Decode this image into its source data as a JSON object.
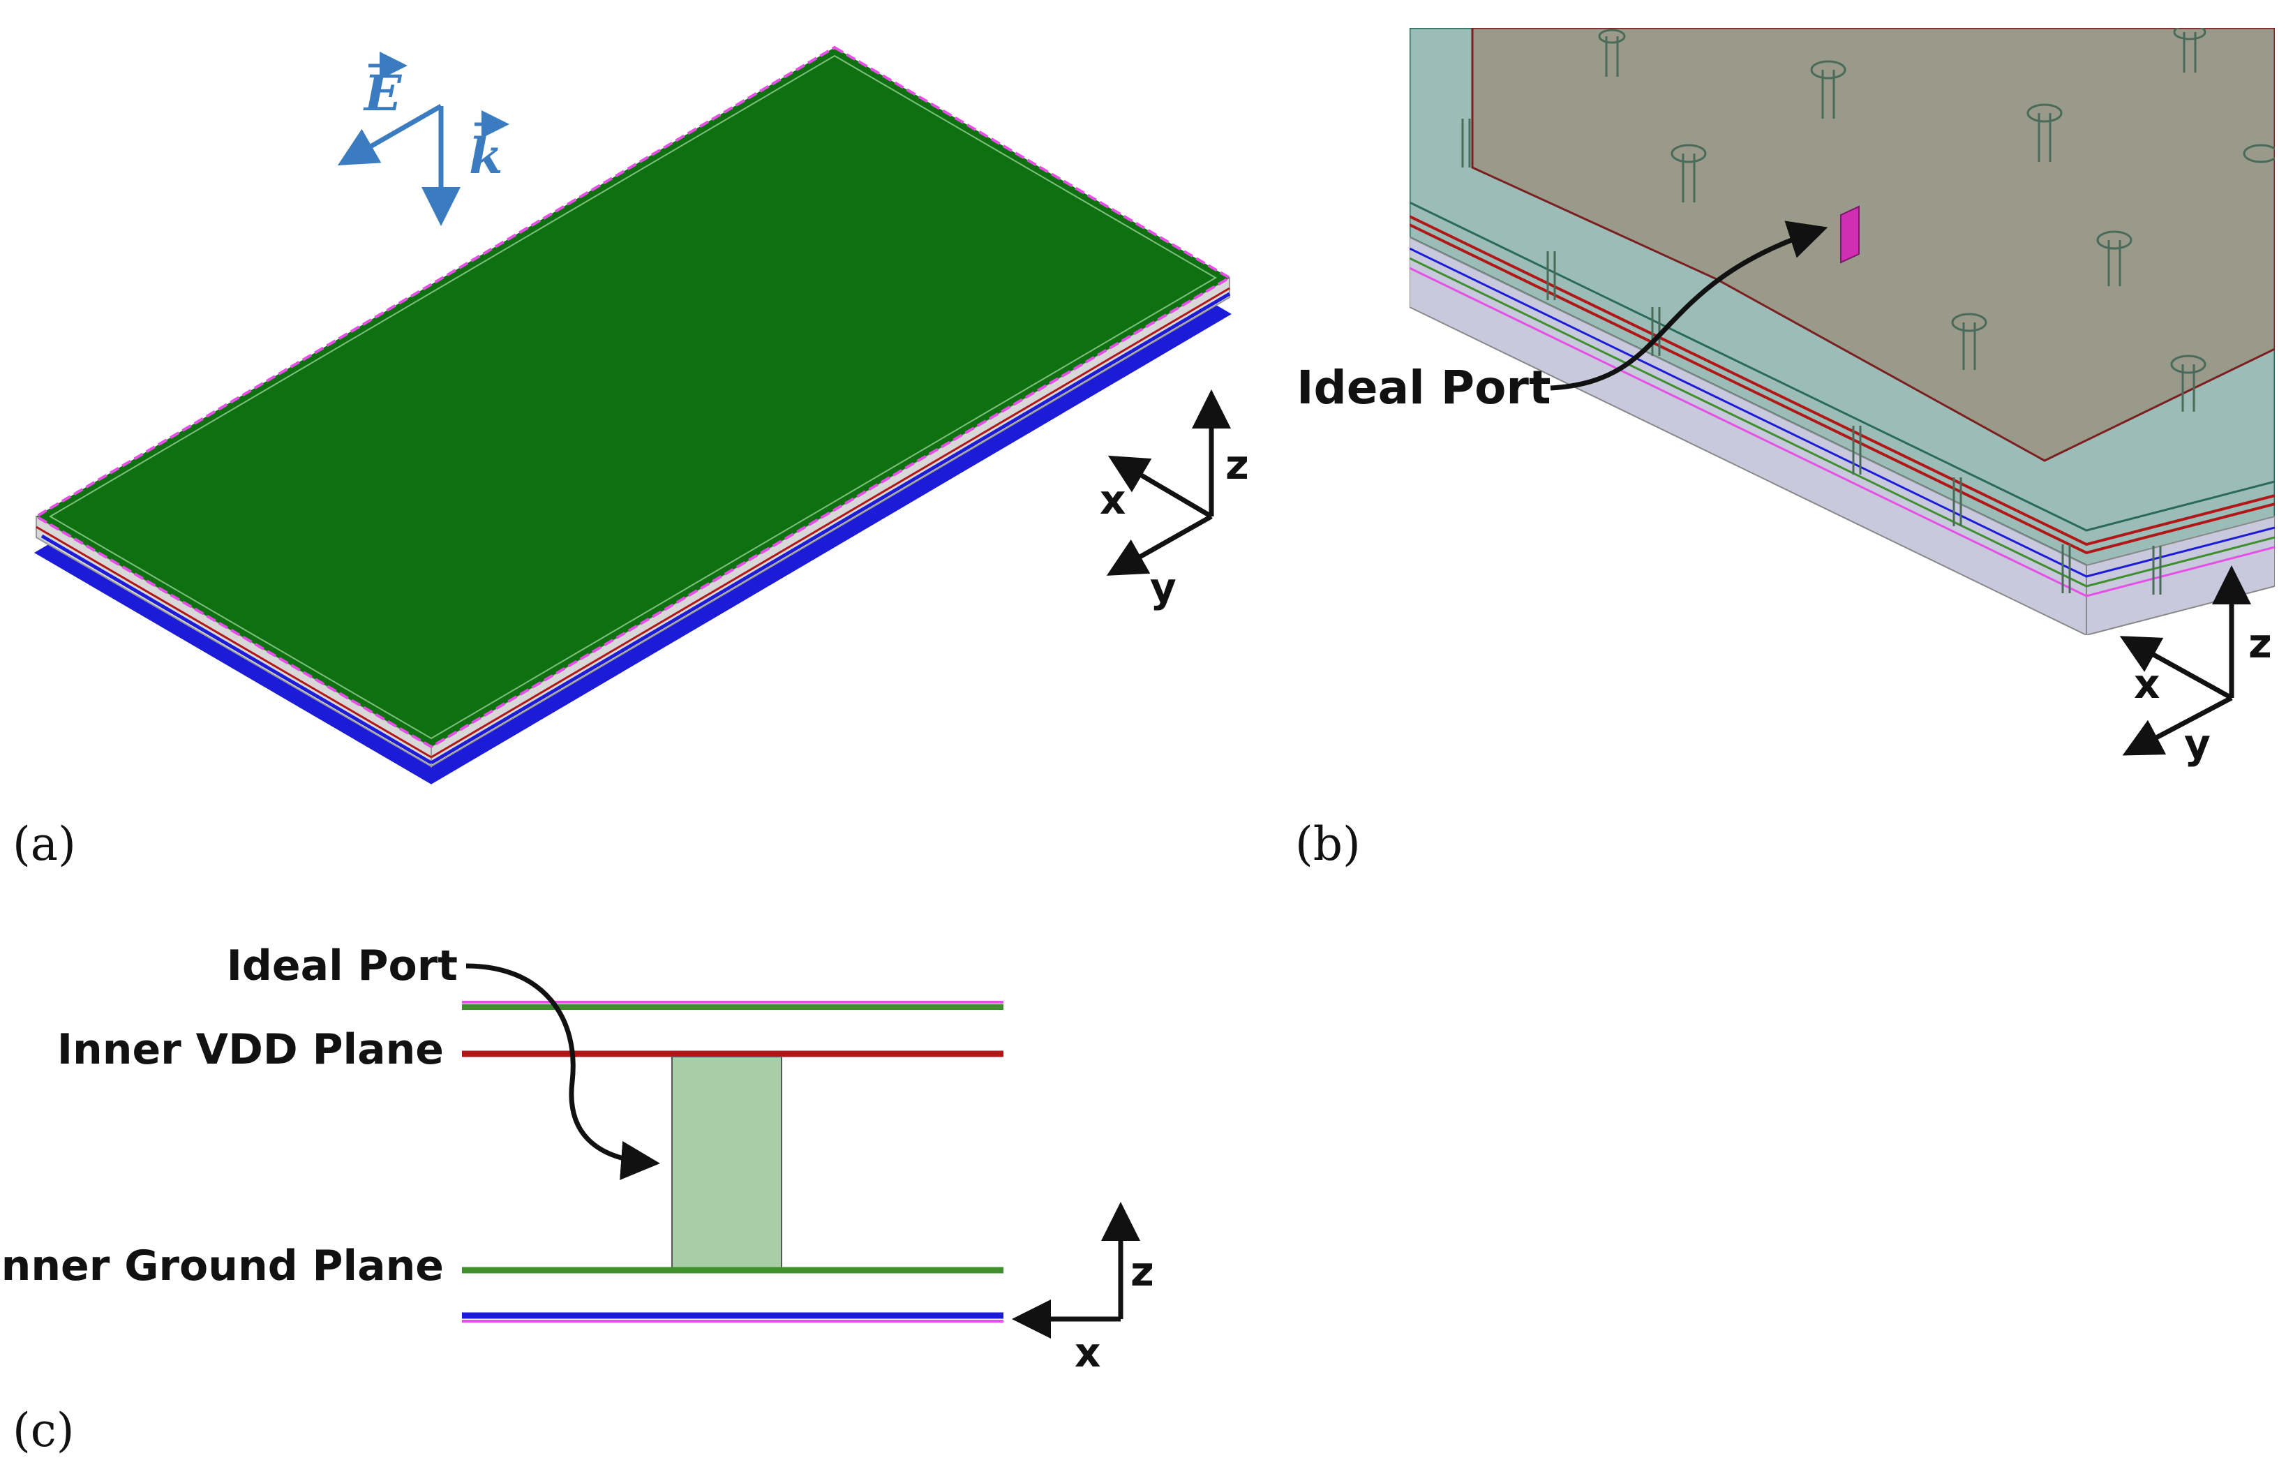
{
  "panel_a": {
    "caption": "(a)",
    "e_label": "E",
    "k_label": "k",
    "axis_x": "x",
    "axis_y": "y",
    "axis_z": "z"
  },
  "panel_b": {
    "caption": "(b)",
    "port_label": "Ideal Port",
    "axis_x": "x",
    "axis_y": "y",
    "axis_z": "z"
  },
  "panel_c": {
    "caption": "(c)",
    "port_label": "Ideal Port",
    "vdd_label": "Inner VDD Plane",
    "gnd_label": "Inner Ground Plane",
    "axis_x": "x",
    "axis_z": "z"
  },
  "colors": {
    "board_green": "#0f7012",
    "vec_blue": "#3b7bbf",
    "vdd_red": "#b01818",
    "gnd_green": "#3f8f2f",
    "bottom_blue": "#1c1cd8",
    "edge_magenta": "#e64fe6",
    "port_magenta": "#d02fb4",
    "port_fill": "#a9cda6",
    "pcb_cyan": "#9cbcb8",
    "pcb_plane": "#9a9a8a"
  }
}
